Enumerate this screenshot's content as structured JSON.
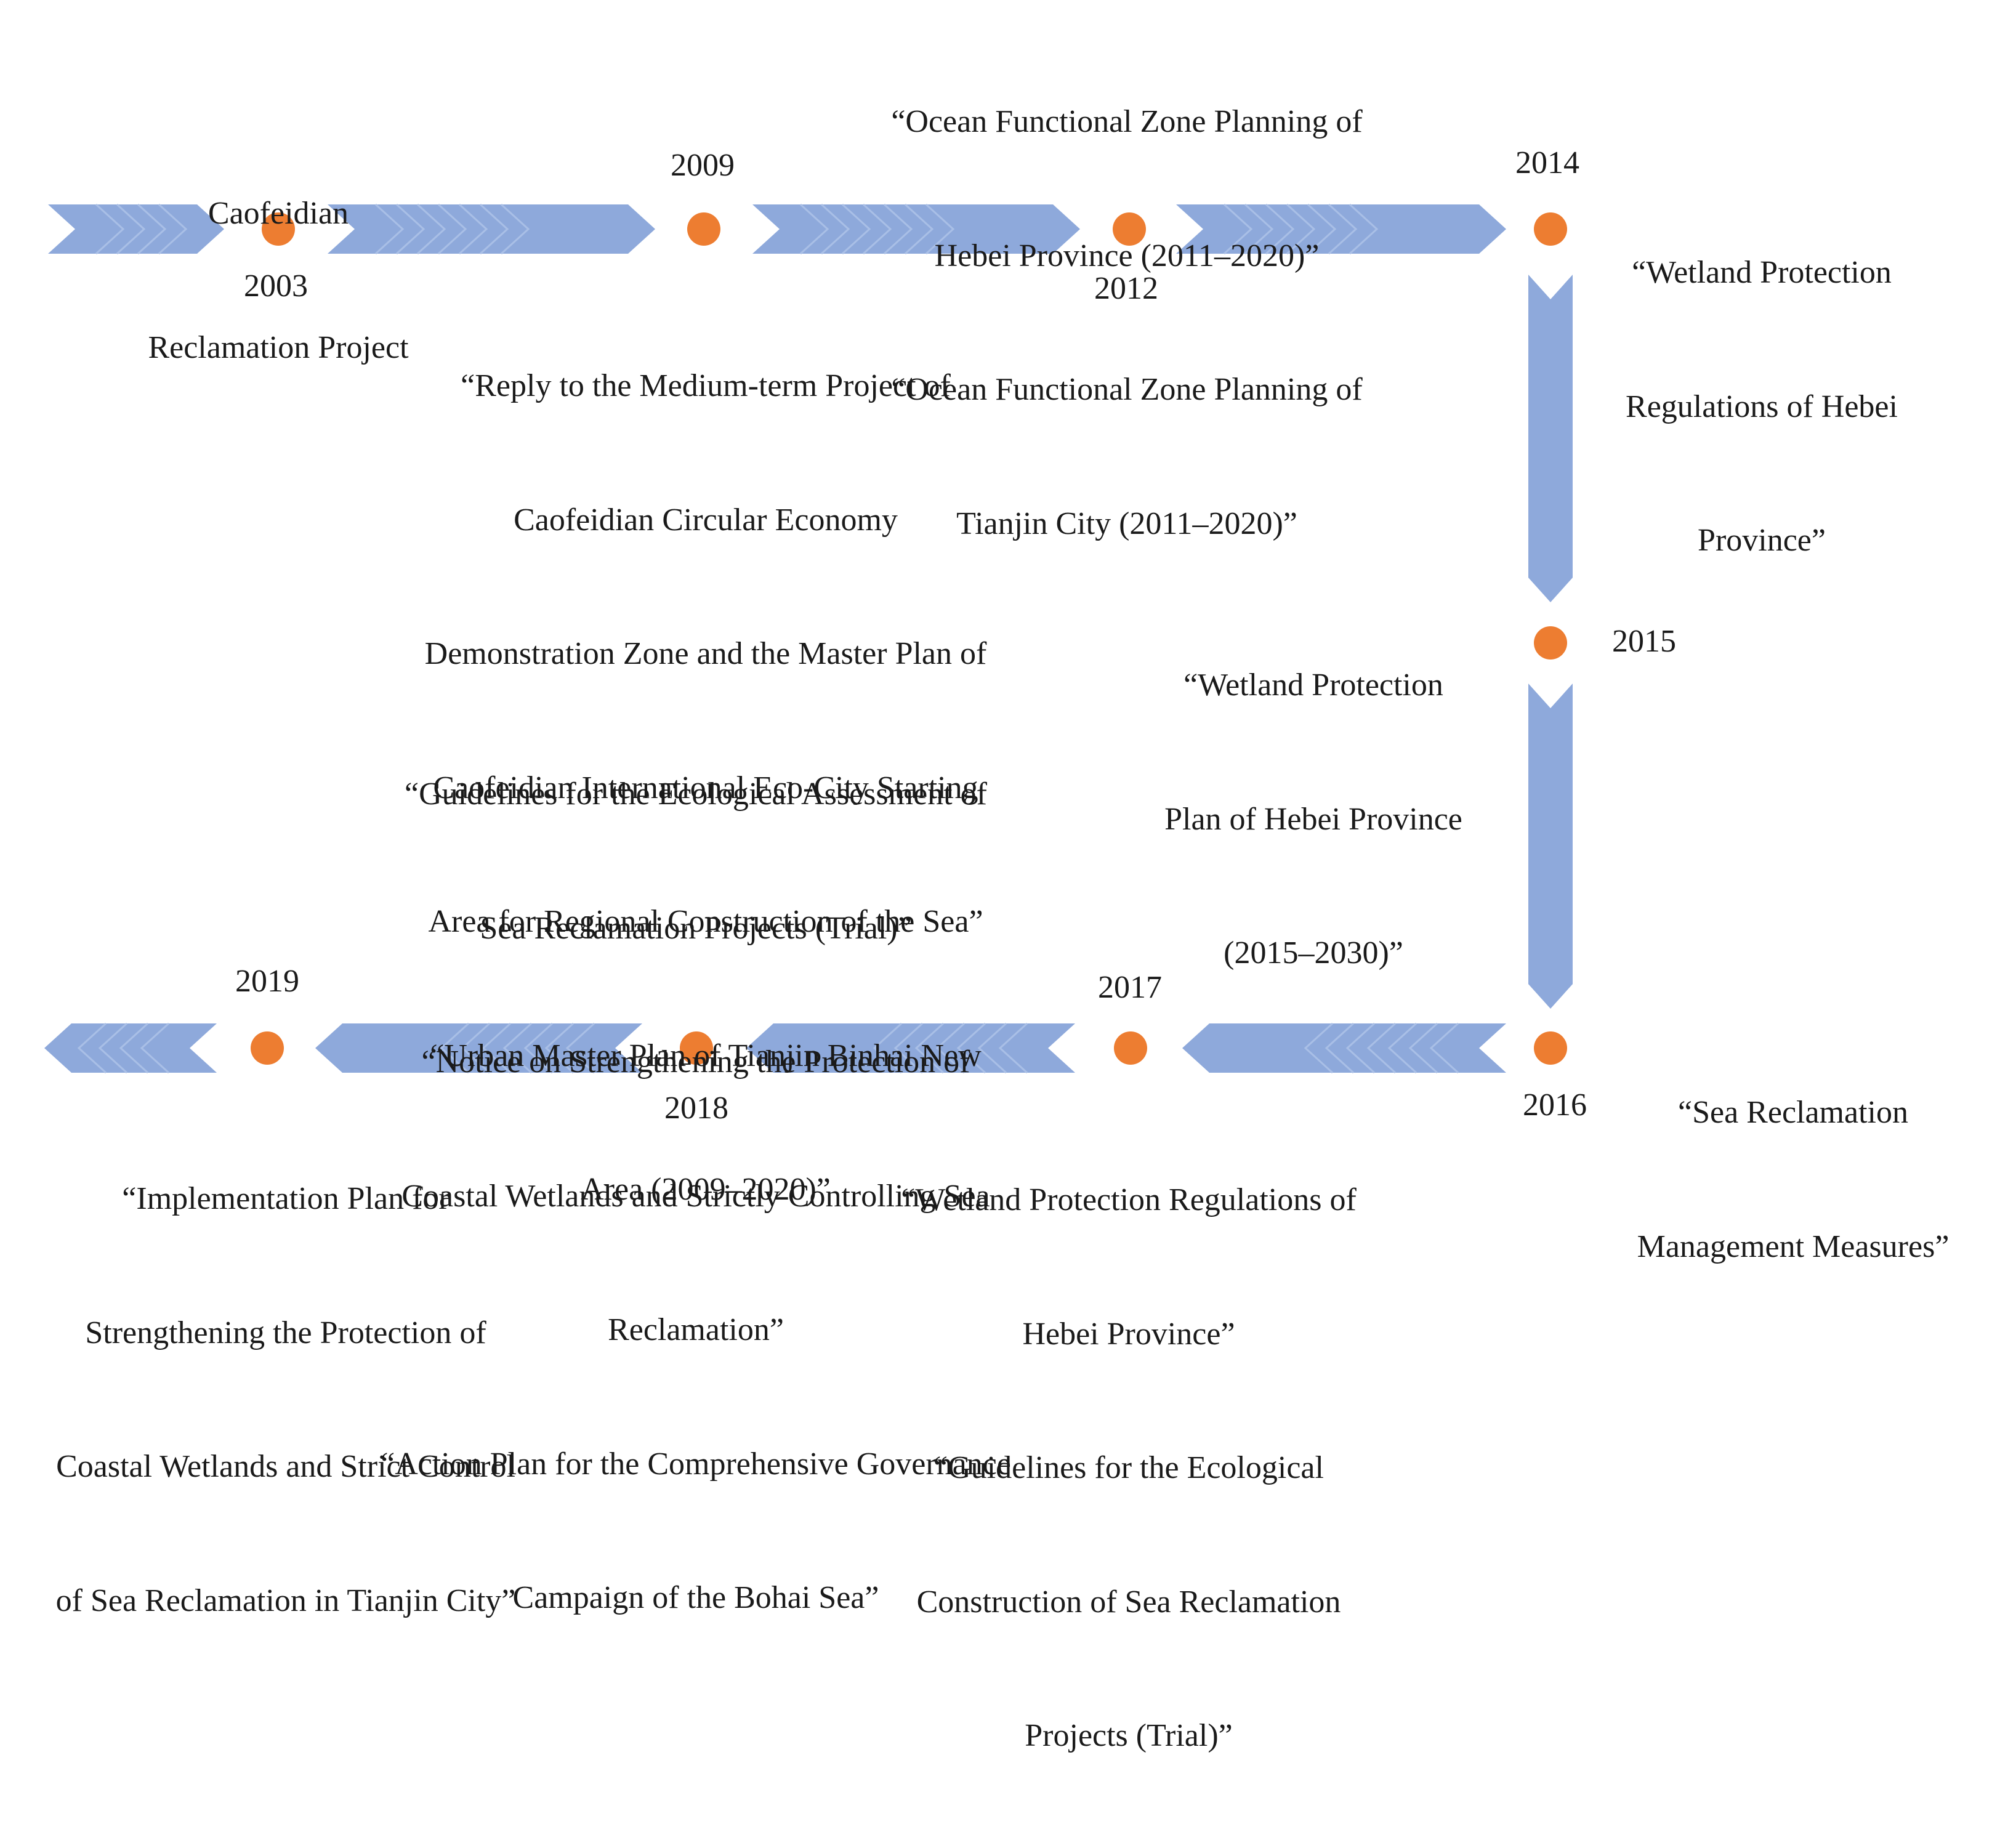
{
  "colors": {
    "arrow": "#8EA9DB",
    "dot": "#ED7D31",
    "text": "#1a1a1a"
  },
  "milestones": [
    {
      "year": "2003",
      "documents": [
        "Caofeidian",
        "Reclamation Project"
      ]
    },
    {
      "year": "2009",
      "documents": [
        "“Reply to the Medium-term Project of",
        "Caofeidian Circular Economy",
        "Demonstration Zone and the Master Plan of",
        "Caofeidian International Eco-City Starting",
        "Area for Regional Construction of the Sea”",
        "“Urban Master Plan of Tianjin Binhai New",
        "Area (2009–2020)”"
      ]
    },
    {
      "year": "2012",
      "documents": [
        "“Ocean Functional Zone Planning of",
        "Hebei Province (2011–2020)”",
        "“Ocean Functional Zone Planning of",
        "Tianjin City (2011–2020)”"
      ]
    },
    {
      "year": "2014",
      "documents": [
        "“Wetland Protection",
        "Regulations of Hebei",
        "Province”"
      ]
    },
    {
      "year": "2015",
      "documents": [
        "“Wetland Protection",
        "Plan of Hebei Province",
        "(2015–2030)”"
      ]
    },
    {
      "year": "2016",
      "documents": [
        "“Sea Reclamation",
        "Management Measures”"
      ]
    },
    {
      "year": "2017",
      "documents": [
        "“Wetland Protection Regulations of",
        "Hebei Province”",
        "“Guidelines for the Ecological",
        "Construction of Sea Reclamation",
        "Projects (Trial)”"
      ]
    },
    {
      "year": "2018",
      "documents": [
        "“Guidelines for the Ecological Assessment of",
        "Sea Reclamation Projects (Trial)”",
        "“Notice on Strengthening the Protection of",
        "Coastal Wetlands and Strictly Controlling Sea",
        "Reclamation”",
        "“Action Plan for the Comprehensive Governance",
        "Campaign of the Bohai Sea”"
      ]
    },
    {
      "year": "2019",
      "documents": [
        "“Implementation Plan for",
        "Strengthening the Protection of",
        "Coastal Wetlands and Strict Control",
        "of Sea Reclamation in Tianjin City”"
      ]
    }
  ]
}
